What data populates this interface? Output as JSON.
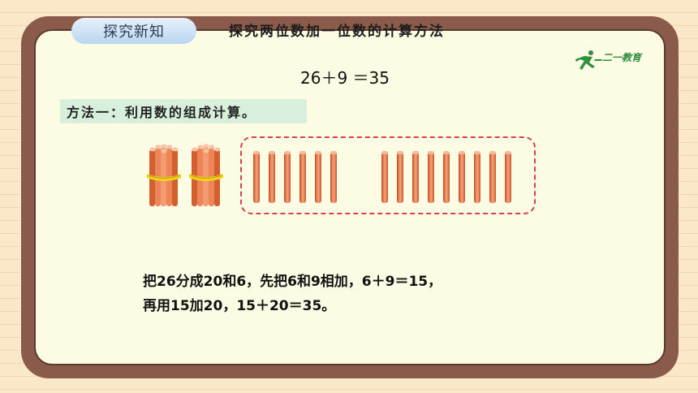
{
  "header": {
    "tag_label": "探究新知",
    "topic_title": "探究两位数加一位数的计算方法"
  },
  "logo": {
    "text": "二一教育"
  },
  "lesson": {
    "equation": "26＋9 ＝35",
    "method_label": "方法一：利用数的组成计算。",
    "explanation_lines": [
      "把26分成20和6，先把6和9相加，6＋9＝15，",
      "再用15加20，15＋20＝35。"
    ]
  },
  "illustration": {
    "bundles_of_ten": 2,
    "loose_stick_groups": [
      6,
      9
    ],
    "colors": {
      "stick": "#ef8a5b",
      "tie": "#f2d21c",
      "dashed_box": "#d9404a"
    }
  }
}
